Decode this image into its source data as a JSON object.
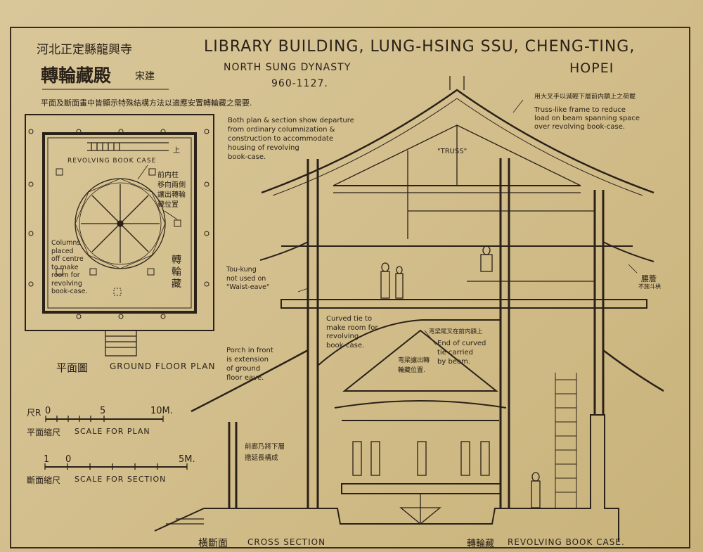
{
  "header": {
    "chinese_location": "河北正定縣龍興寺",
    "chinese_name": "轉輪藏殿",
    "dynasty_cn": "宋建",
    "title": "LIBRARY BUILDING, LUNG-HSING SSU, CHENG-TING,",
    "dynasty": "NORTH SUNG DYNASTY",
    "dates": "960-1127.",
    "province": "HOPEI",
    "chinese_note": "平面及斷面畫中皆顯示特殊結構方法以適應安置轉輪藏之需要."
  },
  "plan": {
    "revolving_label": "REVOLVING BOOK CASE",
    "up_label": "上",
    "cn_note_lines": [
      "前内柱",
      "移向兩側",
      "讓出轉輪",
      "藏位置"
    ],
    "columns_note": "Columns\nplaced\noff centre\nto make\nroom for\nrevolving\nbook-case.",
    "cn_vertical": [
      "轉",
      "輪",
      "藏"
    ],
    "caption_cn": "平面圖",
    "caption": "GROUND FLOOR PLAN"
  },
  "scales": {
    "plan_prefix": "尺R",
    "plan_ticks": [
      "0",
      "5",
      "10M."
    ],
    "plan_label_cn": "平面縮尺",
    "plan_label": "SCALE FOR PLAN",
    "section_ticks": [
      "1",
      "0",
      "5M."
    ],
    "section_label_cn": "斷面縮尺",
    "section_label": "SCALE FOR SECTION"
  },
  "section": {
    "top_cn": "用大叉手以減輕下層前内額上之荷載",
    "truss_note": "Truss-like frame to reduce\nload on beam spanning space\nover revolving book-case.",
    "truss_label": "\"TRUSS\"",
    "both_plan_note": "Both plan & section show departure\nfrom ordinary columnization &\nconstruction to accommodate\nhousing of revolving\nbook-case.",
    "toukung_note": "Tou-kung\nnot used on\n\"Waist-eave\"",
    "waist_cn": "腰簷",
    "waist_cn2": "不施斗栱",
    "curved_tie_note": "Curved tie to\nmake room for\nrevolving\nbook-case.",
    "end_tie_cn": "弯梁尾叉在前内額上",
    "end_tie_note": "End of curved\ntie carried\nby beam.",
    "curved_cn": "弯梁讓出轉\n輪藏位置.",
    "porch_note": "Porch in front\nis extension\nof ground\nfloor eave.",
    "porch_cn": "前廊乃將下層\n擔延長構成",
    "caption_cn": "橫斷面",
    "caption": "CROSS SECTION",
    "book_case_cn": "轉輪藏",
    "book_case": "REVOLVING BOOK CASE."
  },
  "colors": {
    "paper": "#d6c391",
    "ink": "#2a2118"
  }
}
